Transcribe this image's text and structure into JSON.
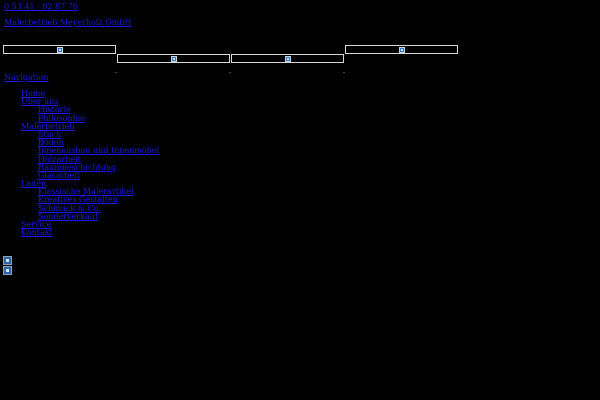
{
  "header": {
    "phone": "0 53 41 - 82 87 76",
    "company": "Malerbetrieb Meyerholz GmbH"
  },
  "banner": {
    "icons": [
      "broken-image-icon",
      "broken-image-icon",
      "broken-image-icon",
      "broken-image-icon"
    ]
  },
  "navigation": {
    "heading": "Navigation",
    "items": [
      {
        "label": "Home",
        "level": 1
      },
      {
        "label": "Über uns",
        "level": 1
      },
      {
        "label": "Historie",
        "level": 2
      },
      {
        "label": "Philosophie",
        "level": 2
      },
      {
        "label": "Malerbetrieb",
        "level": 1
      },
      {
        "label": "Stuck",
        "level": 2
      },
      {
        "label": "Böden",
        "level": 2
      },
      {
        "label": "Innenausbau und Innenmöbel",
        "level": 2
      },
      {
        "label": "Holzarbeit",
        "level": 2
      },
      {
        "label": "Raumbeschichtung",
        "level": 2
      },
      {
        "label": "Glasarbeit",
        "level": 2
      },
      {
        "label": "Laden",
        "level": 1
      },
      {
        "label": "Klassische Malerartikel",
        "level": 2
      },
      {
        "label": "Kreatives Gestalten",
        "level": 2
      },
      {
        "label": "Schmuck & Co.",
        "level": 2
      },
      {
        "label": "Sonderverkauf",
        "level": 2
      },
      {
        "label": "Service",
        "level": 1
      },
      {
        "label": "Kontakt",
        "level": 1
      }
    ]
  },
  "footer_images": [
    "broken-image-icon",
    "broken-image-icon"
  ]
}
